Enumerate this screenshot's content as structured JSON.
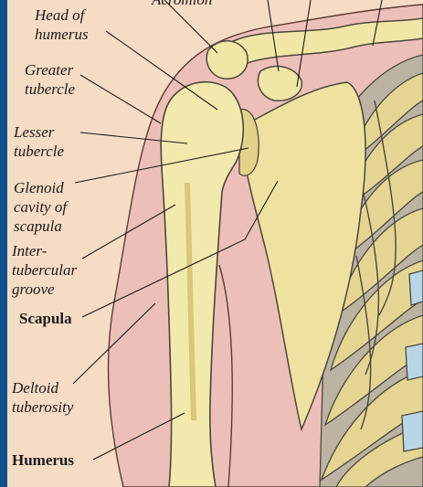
{
  "diagram": {
    "labels": {
      "acromion": "Acromion",
      "head_of_humerus": [
        "Head of",
        "humerus"
      ],
      "greater_tubercle": [
        "Greater",
        "tubercle"
      ],
      "lesser_tubercle": [
        "Lesser",
        "tubercle"
      ],
      "glenoid_cavity": [
        "Glenoid",
        "cavity of",
        "scapula"
      ],
      "intertubercular_groove": [
        "Inter-",
        "tubercular",
        "groove"
      ],
      "scapula": "Scapula",
      "deltoid_tuberosity": [
        "Deltoid",
        "tuberosity"
      ],
      "humerus": "Humerus"
    },
    "colors": {
      "frame": "#0f4f8c",
      "background": "#f6dcc5",
      "bone": "#f1e6a6",
      "bone_shadow": "#c9b86a",
      "flesh": "#e8b9b2",
      "rib_shade": "#9c9486",
      "cartilage": "#b9d6e6",
      "line": "#1b1b1b"
    }
  }
}
